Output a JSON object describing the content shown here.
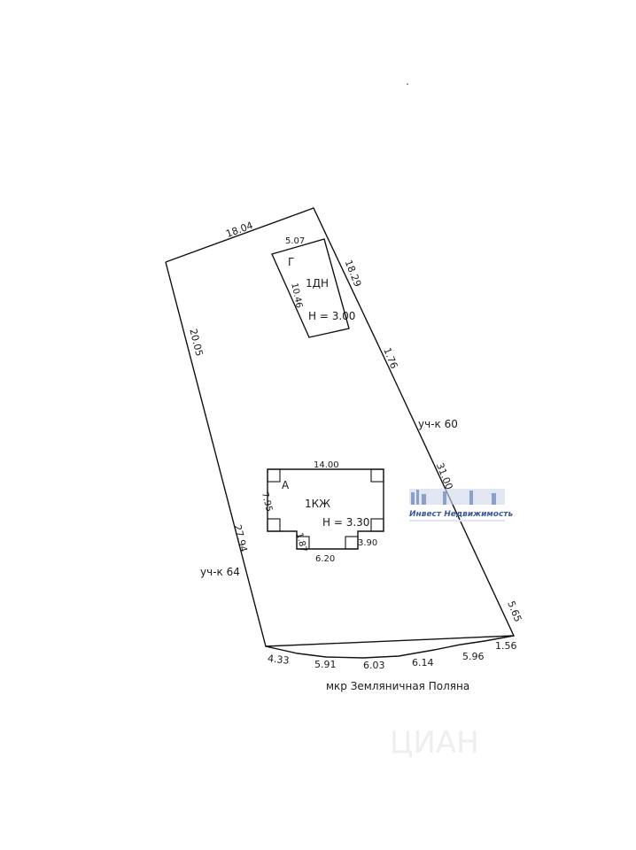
{
  "plot": {
    "segments": {
      "top": "18.04",
      "right_upper": "18.29",
      "right_short": "1.76",
      "right_lower": "31.00",
      "right_bottom": "5.65",
      "corner_bottom_right": "1.56",
      "bottom_1": "4.33",
      "bottom_2": "5.91",
      "bottom_3": "6.03",
      "bottom_4": "6.14",
      "bottom_5": "5.96",
      "left_upper": "20.05",
      "left_lower": "27.94"
    },
    "neighbors": {
      "right": "уч-к 60",
      "left": "уч-к 64",
      "bottom": "мкр Земляничная Поляна"
    }
  },
  "garage": {
    "letter": "Г",
    "code": "1ДН",
    "height": "H = 3.00",
    "width_label": "5.07",
    "length_label": "10.46"
  },
  "house": {
    "letter": "А",
    "code": "1КЖ",
    "height": "H = 3.30",
    "top_label": "14.00",
    "left_label": "7.95",
    "notch_left_label": "1.87",
    "bottom_label": "6.20",
    "notch_right_label": "3.90"
  },
  "logo": {
    "text": "Инвест Недвижимость"
  },
  "colors": {
    "line": "#111111",
    "logo": "#3a5a9a"
  }
}
